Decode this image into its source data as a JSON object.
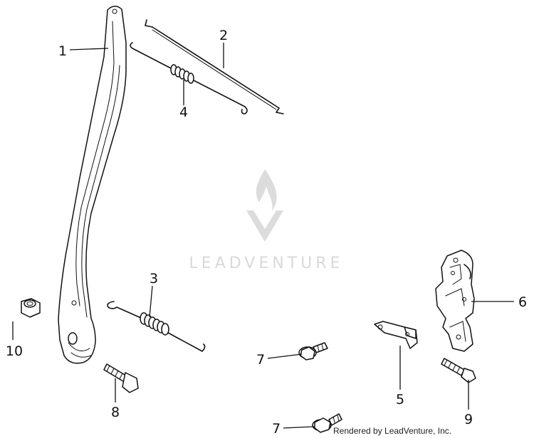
{
  "watermark": {
    "text": "LEADVENTURE",
    "logo_icon": "leadventure-flame-logo"
  },
  "footer": {
    "text": "Rendered by LeadVenture, Inc."
  },
  "callouts": [
    {
      "id": "1",
      "label": "1"
    },
    {
      "id": "2",
      "label": "2"
    },
    {
      "id": "3",
      "label": "3"
    },
    {
      "id": "4",
      "label": "4"
    },
    {
      "id": "5",
      "label": "5"
    },
    {
      "id": "6",
      "label": "6"
    },
    {
      "id": "7a",
      "label": "7"
    },
    {
      "id": "7b",
      "label": "7"
    },
    {
      "id": "8",
      "label": "8"
    },
    {
      "id": "9",
      "label": "9"
    },
    {
      "id": "10",
      "label": "10"
    }
  ]
}
